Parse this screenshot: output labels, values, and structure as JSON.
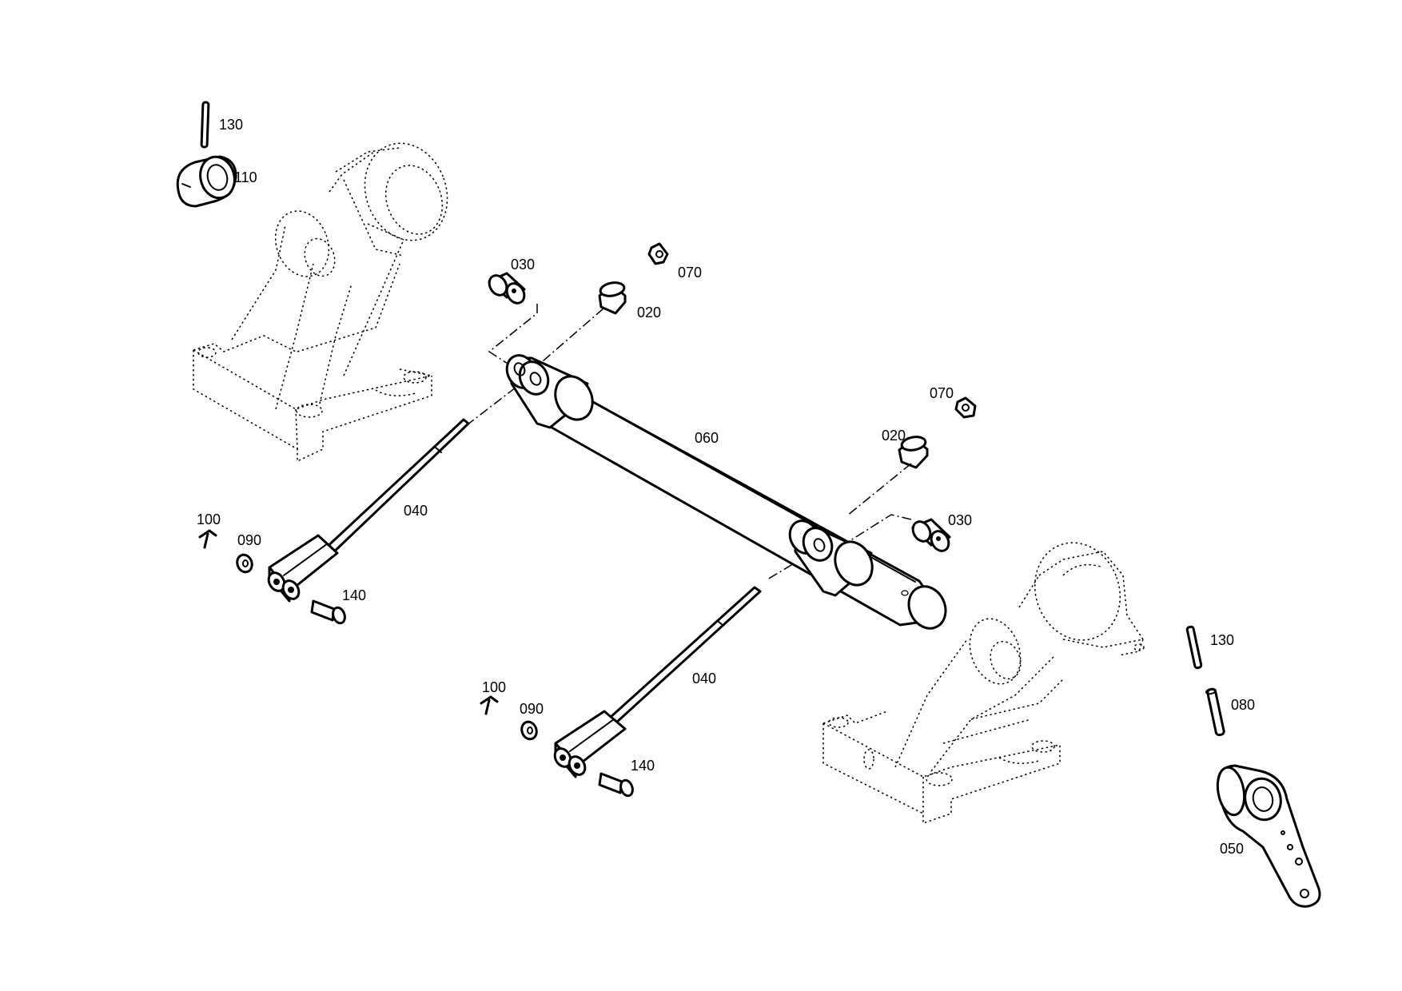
{
  "diagram": {
    "labels": {
      "p130_a": "130",
      "p110": "110",
      "p030_a": "030",
      "p070_a": "070",
      "p020_a": "020",
      "p070_b": "070",
      "p060": "060",
      "p020_b": "020",
      "p030_b": "030",
      "p040_a": "040",
      "p100_a": "100",
      "p090_a": "090",
      "p140_a": "140",
      "p040_b": "040",
      "p100_b": "100",
      "p090_b": "090",
      "p140_b": "140",
      "p130_b": "130",
      "p080": "080",
      "p050": "050"
    },
    "colors": {
      "line": "#000000",
      "background": "#ffffff"
    }
  }
}
